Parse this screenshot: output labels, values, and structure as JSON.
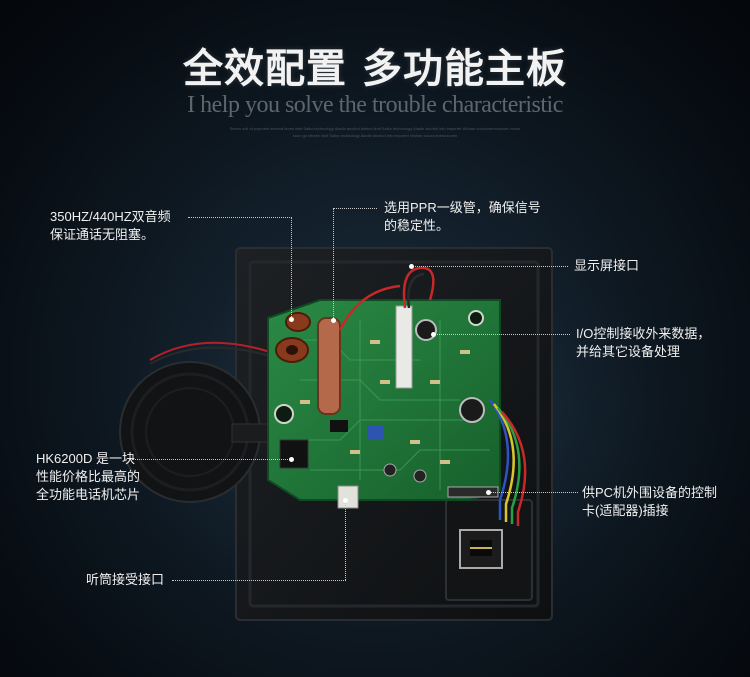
{
  "title": "全效配置 多功能主板",
  "subtitle": "I help you solve the trouble characteristic",
  "tiny_lines": [
    "Seven suit of payment several times limit Saiko technology Aladin alcohol bitmex limit Saiko technology Aladin alcohol info importer Wuhan cococommunicoen seine",
    "soon go bitmex limit Saiko technology Aladin alcohol info importer Wuhan cococommunicoen"
  ],
  "callouts": {
    "audio": [
      "350HZ/440HZ双音频",
      "保证通话无阻塞。"
    ],
    "ppr": [
      "选用PPR一级管，确保信号",
      "的稳定性。"
    ],
    "display": [
      "显示屏接口"
    ],
    "io": [
      "I/O控制接收外来数据，",
      "并给其它设备处理"
    ],
    "chip": [
      "HK6200D 是一块",
      "性能价格比最高的",
      "全功能电话机芯片"
    ],
    "pc": [
      "供PC机外围设备的控制",
      "卡(适配器)插接"
    ],
    "handset": [
      "听筒接受接口"
    ]
  },
  "colors": {
    "pcb": "#1f7a3a",
    "housing": "#16181a",
    "leader": "#c8c8c8"
  }
}
